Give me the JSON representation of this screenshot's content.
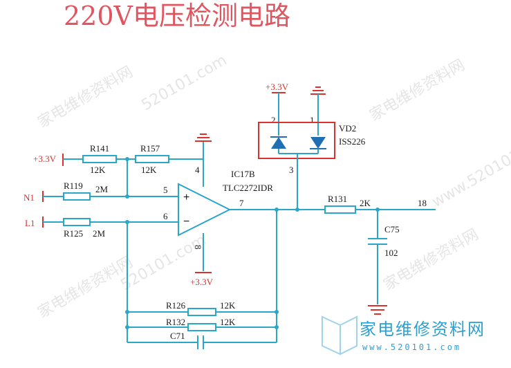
{
  "title": "220V电压检测电路",
  "watermark": {
    "site": "家电维修资料网",
    "domain": "www.520101.com",
    "domain_short": "520101.com",
    "logo_domain": "www.520101.com"
  },
  "supplies": {
    "vcc_left": "+3.3V",
    "vcc_top": "+3.3V",
    "vcc_bottom": "+3.3V"
  },
  "inputs": {
    "n": "N1",
    "l": "L1"
  },
  "resistors": {
    "r141": {
      "name": "R141",
      "value": "12K"
    },
    "r157": {
      "name": "R157",
      "value": "12K"
    },
    "r119": {
      "name": "R119",
      "value": "2M"
    },
    "r125": {
      "name": "R125",
      "value": "2M"
    },
    "r131": {
      "name": "R131",
      "value": "2K"
    },
    "r126": {
      "name": "R126",
      "value": "12K"
    },
    "r132": {
      "name": "R132",
      "value": "12K"
    }
  },
  "capacitors": {
    "c75": {
      "name": "C75",
      "value": "102"
    },
    "c71": {
      "name": "C71"
    }
  },
  "opamp": {
    "ref": "IC17B",
    "part": "TLC2272IDR",
    "pin_plus": "5",
    "pin_minus": "6",
    "pin_out": "7",
    "pin_vcc": "4",
    "pin_gnd": "8",
    "plus_sign": "+",
    "minus_sign": "−"
  },
  "diode": {
    "ref": "VD2",
    "part": "ISS226",
    "pin_a": "2",
    "pin_b": "1",
    "pin_c": "3"
  },
  "output_net": "18",
  "colors": {
    "wire": "#2aa6c9",
    "accent": "#d9322e",
    "title": "#e05660",
    "logo": "#2e9fd0"
  }
}
